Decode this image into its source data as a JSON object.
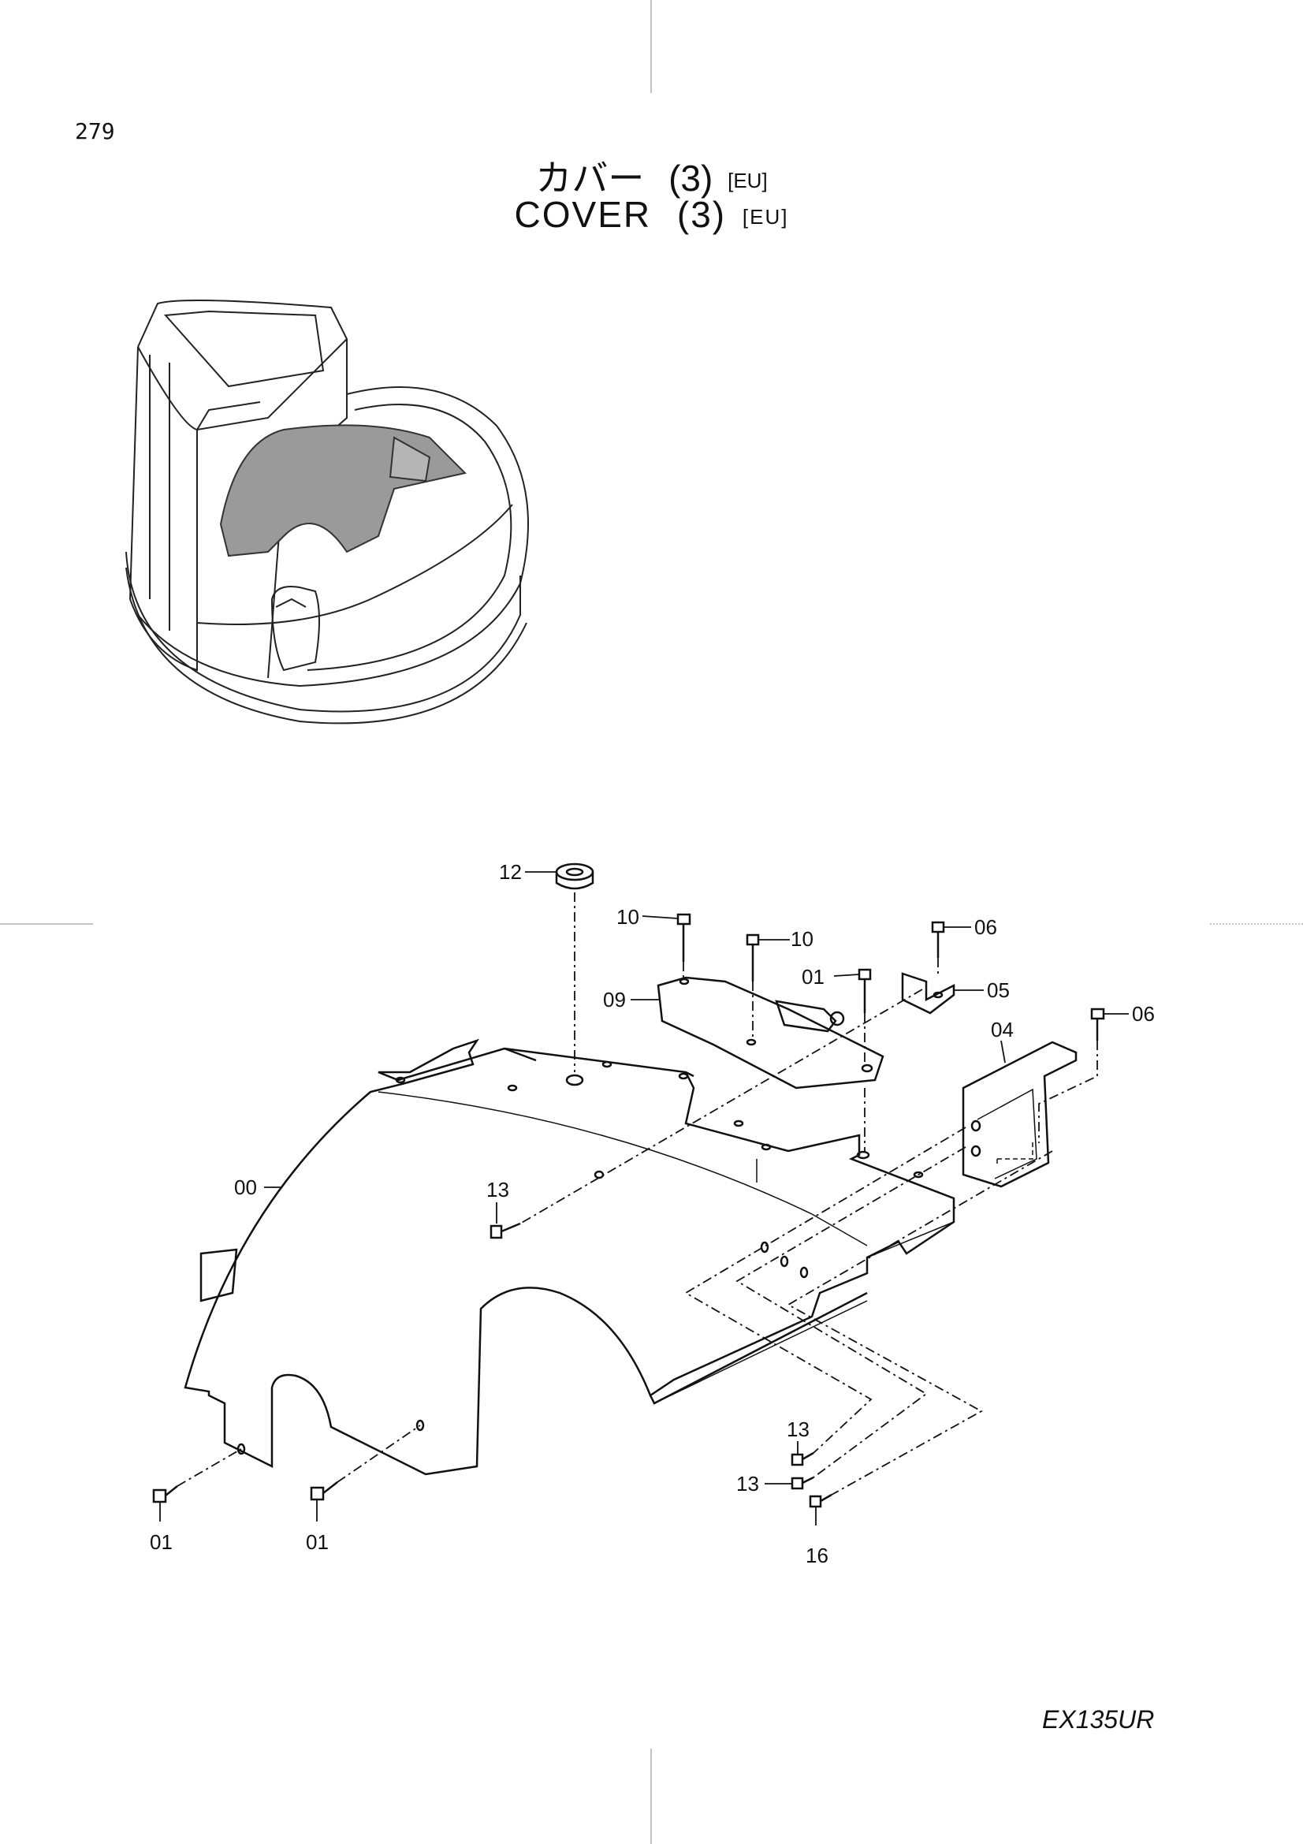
{
  "page_number": "279",
  "title": {
    "jp": "カバー",
    "en": "COVER",
    "number": "(3)",
    "variant": "[EU]"
  },
  "model": "EX135UR",
  "callouts": [
    {
      "id": "c12",
      "label": "12"
    },
    {
      "id": "c10a",
      "label": "10"
    },
    {
      "id": "c10b",
      "label": "10"
    },
    {
      "id": "c06a",
      "label": "06"
    },
    {
      "id": "c01a",
      "label": "01"
    },
    {
      "id": "c05",
      "label": "05"
    },
    {
      "id": "c09",
      "label": "09"
    },
    {
      "id": "c06b",
      "label": "06"
    },
    {
      "id": "c04",
      "label": "04"
    },
    {
      "id": "c00",
      "label": "00"
    },
    {
      "id": "c13a",
      "label": "13"
    },
    {
      "id": "c13b",
      "label": "13"
    },
    {
      "id": "c13c",
      "label": "13"
    },
    {
      "id": "c16",
      "label": "16"
    },
    {
      "id": "c01b",
      "label": "01"
    },
    {
      "id": "c01c",
      "label": "01"
    }
  ],
  "colors": {
    "line": "#111111",
    "shade": "#9a9a9a"
  }
}
